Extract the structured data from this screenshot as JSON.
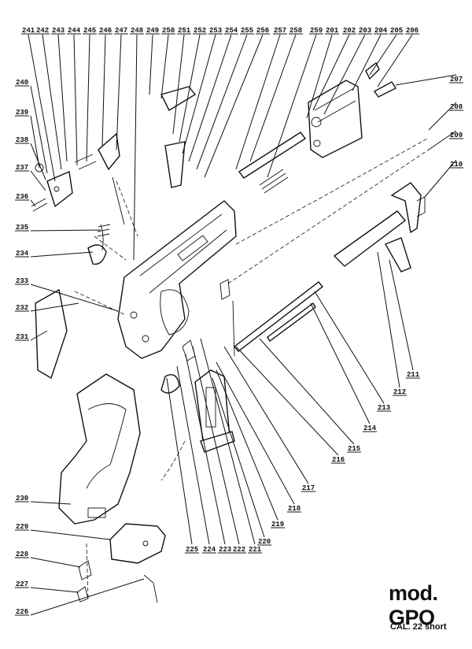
{
  "title": {
    "model": "mod. GPO",
    "caliber": "CAL. 22 short"
  },
  "part_labels": {
    "top": [
      "241",
      "242",
      "243",
      "244",
      "245",
      "246",
      "247",
      "248",
      "249",
      "250",
      "251",
      "252",
      "253",
      "254",
      "255",
      "256",
      "257",
      "258",
      "259",
      "201",
      "202",
      "203",
      "204",
      "205",
      "206"
    ],
    "left": [
      "240",
      "239",
      "238",
      "237",
      "236",
      "235",
      "234",
      "233",
      "232",
      "231",
      "230",
      "229",
      "228",
      "227",
      "226"
    ],
    "right": [
      "207",
      "208",
      "209",
      "210",
      "211",
      "212",
      "213",
      "214",
      "215",
      "216",
      "217",
      "218",
      "219",
      "220"
    ],
    "bottom": [
      "225",
      "224",
      "223",
      "222",
      "221"
    ]
  }
}
